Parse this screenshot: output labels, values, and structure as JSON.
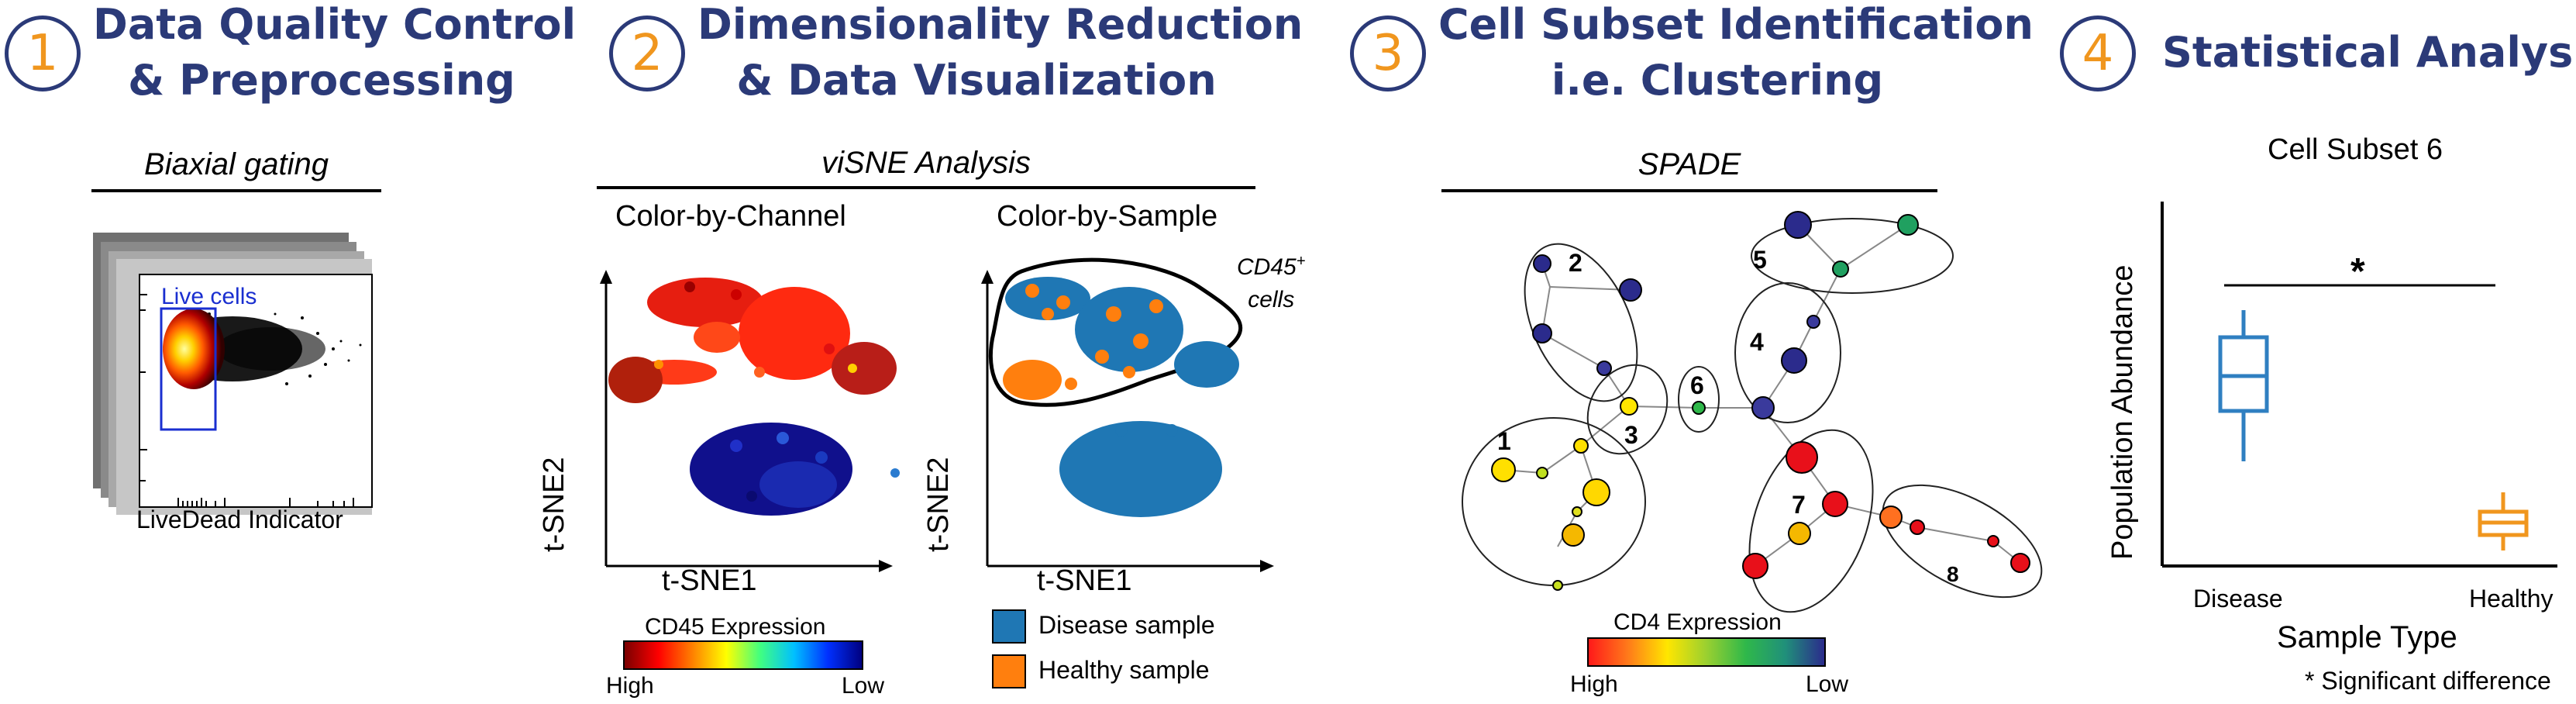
{
  "steps": [
    {
      "num": "1",
      "line1": "Data Quality Control",
      "line2": "& Preprocessing"
    },
    {
      "num": "2",
      "line1": "Dimensionality Reduction",
      "line2": "& Data Visualization"
    },
    {
      "num": "3",
      "line1": "Cell Subset Identification",
      "line2": "i.e. Clustering"
    },
    {
      "num": "4",
      "line1": "Statistical Analysis",
      "line2": ""
    }
  ],
  "panel1": {
    "subtitle": "Biaxial gating",
    "gate_label": "Live cells",
    "xlabel": "LiveDead Indicator"
  },
  "panel2": {
    "subtitle": "viSNE Analysis",
    "left_title": "Color-by-Channel",
    "right_title": "Color-by-Sample",
    "xlabel": "t-SNE1",
    "ylabel": "t-SNE2",
    "annotation_line1": "CD45",
    "annotation_sup": "+",
    "annotation_line2": "cells",
    "colorbar_title": "CD45 Expression",
    "colorbar_low": "Low",
    "colorbar_high": "High",
    "legend": [
      {
        "label": "Disease sample",
        "color": "#1f77b4"
      },
      {
        "label": "Healthy sample",
        "color": "#ff7f0e"
      }
    ]
  },
  "panel3": {
    "subtitle": "SPADE",
    "cluster_labels": [
      "1",
      "2",
      "3",
      "4",
      "5",
      "6",
      "7",
      "8"
    ],
    "colorbar_title": "CD4 Expression",
    "colorbar_high": "High",
    "colorbar_low": "Low"
  },
  "panel4": {
    "chart_data": {
      "type": "box",
      "title": "Cell Subset 6",
      "xlabel": "Sample Type",
      "ylabel": "Population Abundance",
      "categories": [
        "Disease",
        "Healthy"
      ],
      "colors": [
        "#2f7fc1",
        "#f0961e"
      ],
      "significance_marker": "*",
      "footnote": "* Significant difference"
    }
  },
  "colors": {
    "title_navy": "#2b3a78",
    "step_orange": "#f0961e",
    "gate_blue": "#1a2fd0"
  }
}
